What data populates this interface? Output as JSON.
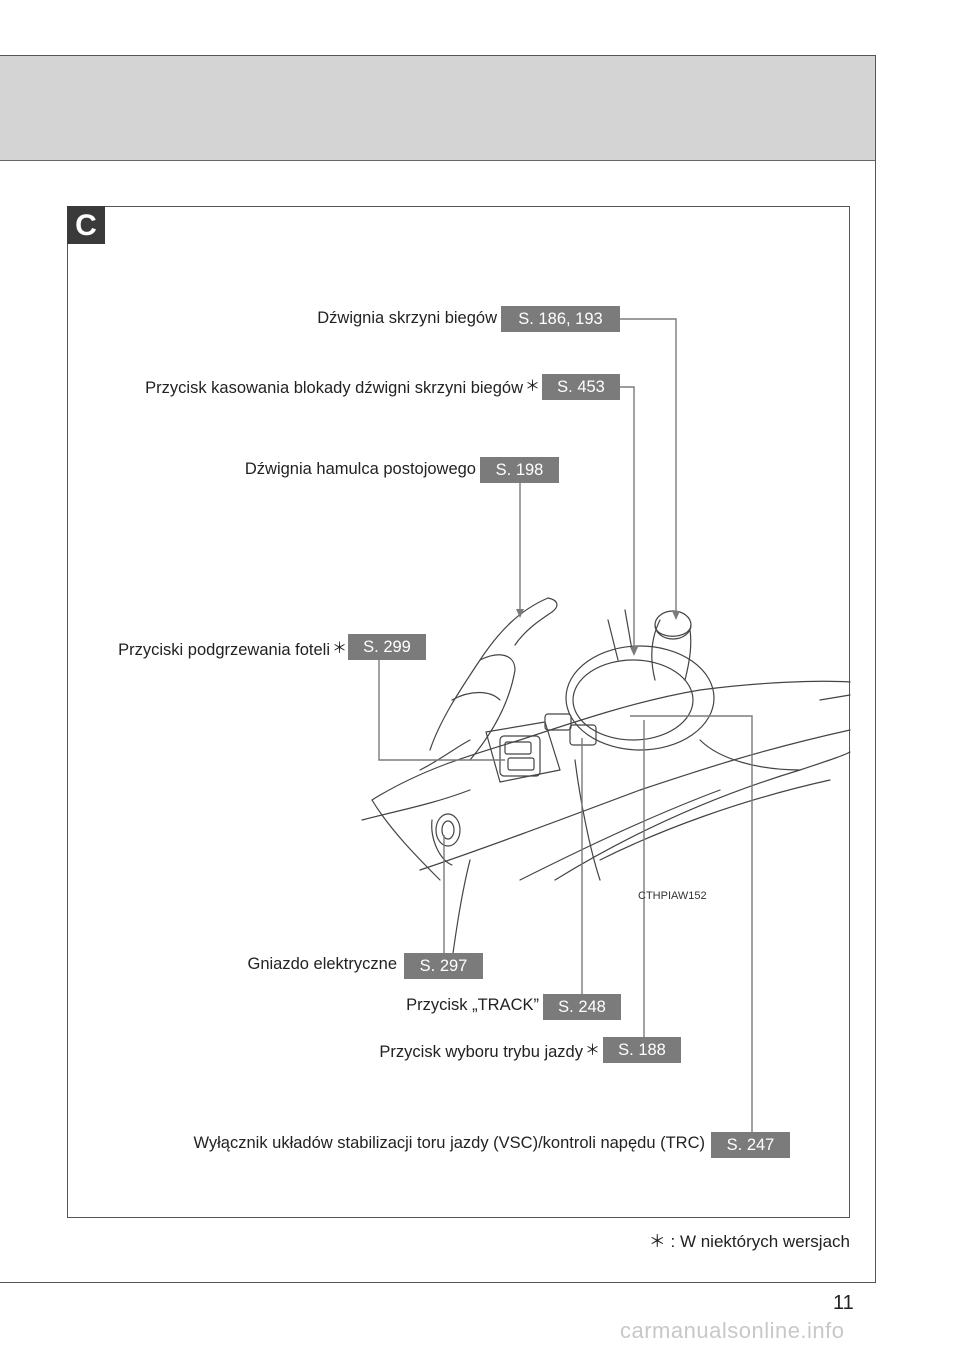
{
  "section": {
    "letter": "C"
  },
  "callouts": [
    {
      "id": "gear_lever",
      "label": "Dźwignia skrzyni biegów",
      "star": "",
      "ref": "S. 186, 193"
    },
    {
      "id": "shift_lock",
      "label": "Przycisk kasowania blokady dźwigni skrzyni biegów",
      "star": "＊",
      "ref": "S. 453"
    },
    {
      "id": "parking_brake",
      "label": "Dźwignia hamulca postojowego",
      "star": "",
      "ref": "S. 198"
    },
    {
      "id": "seat_heaters",
      "label": "Przyciski podgrzewania foteli",
      "star": "＊",
      "ref": "S. 299"
    },
    {
      "id": "power_outlet",
      "label": "Gniazdo elektryczne",
      "star": "",
      "ref": "S. 297"
    },
    {
      "id": "track_button",
      "label": "Przycisk „TRACK”",
      "star": "",
      "ref": "S. 248"
    },
    {
      "id": "drive_mode",
      "label": "Przycisk wyboru trybu jazdy",
      "star": "＊",
      "ref": "S. 188"
    },
    {
      "id": "vsc_trc_switch",
      "label": "Wyłącznik układów stabilizacji toru jazdy (VSC)/kontroli napędu (TRC)",
      "star": "",
      "ref": "S. 247"
    }
  ],
  "illustration": {
    "code": "CTHPIAW152"
  },
  "footnote": {
    "star": "＊",
    "text": ": W niektórych wersjach"
  },
  "page_number": "11",
  "watermark": "carmanualsonline.info"
}
